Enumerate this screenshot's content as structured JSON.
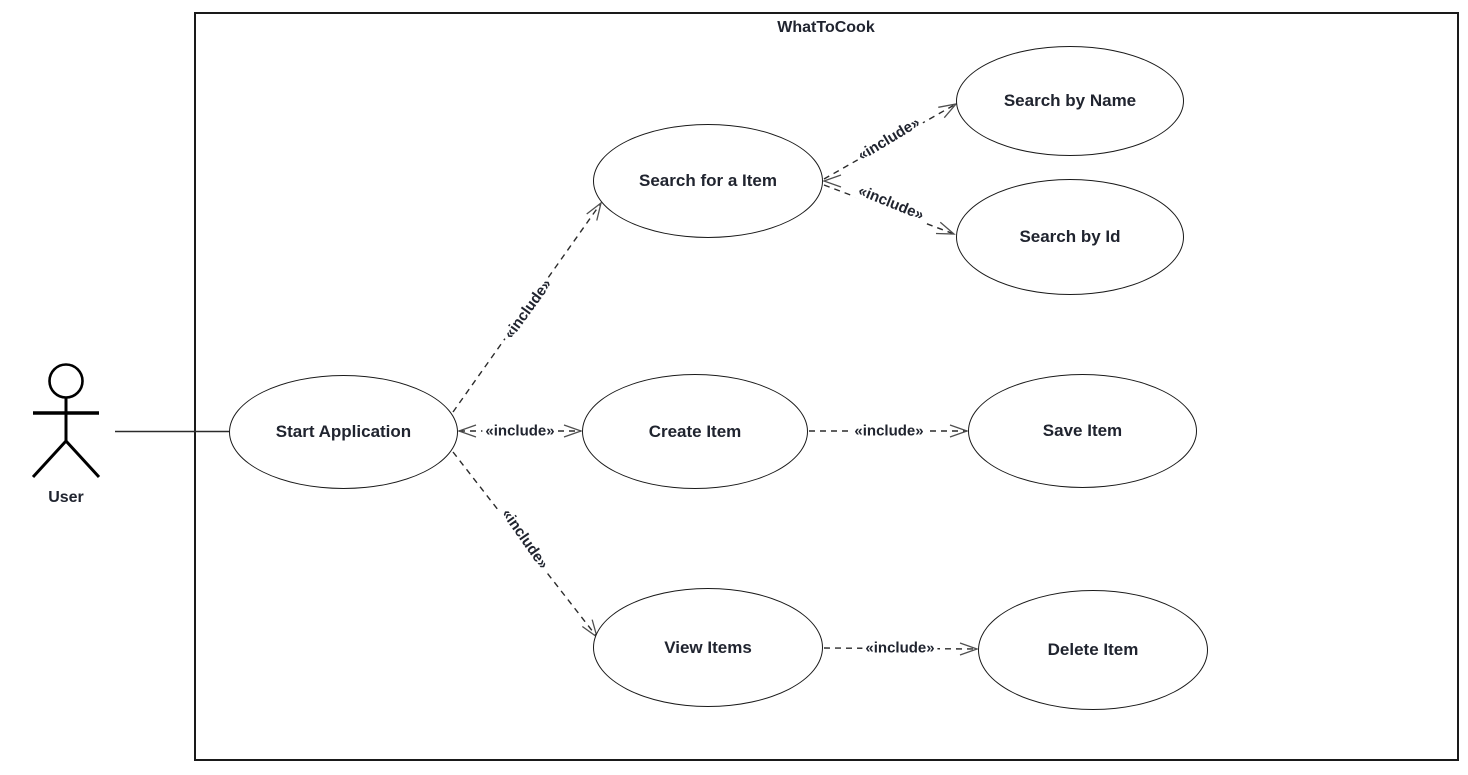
{
  "diagram": {
    "type": "uml-use-case",
    "system": {
      "title": "WhatToCook"
    },
    "actor": {
      "label": "User",
      "icon": "stick-figure-icon"
    },
    "nodes": [
      {
        "id": "start-application",
        "label": "Start Application"
      },
      {
        "id": "search-for-a-item",
        "label": "Search for a Item"
      },
      {
        "id": "search-by-name",
        "label": "Search by Name"
      },
      {
        "id": "search-by-id",
        "label": "Search by Id"
      },
      {
        "id": "create-item",
        "label": "Create Item"
      },
      {
        "id": "save-item",
        "label": "Save Item"
      },
      {
        "id": "view-items",
        "label": "View Items"
      },
      {
        "id": "delete-item",
        "label": "Delete Item"
      }
    ],
    "edges": [
      {
        "from": "User",
        "to": "Start Application",
        "label": "",
        "style": "solid-line"
      },
      {
        "from": "Start Application",
        "to": "Search for a Item",
        "label": "«include»",
        "style": "dashed-open-arrow"
      },
      {
        "from": "Start Application",
        "to": "Create Item",
        "label": "«include»",
        "style": "dashed-open-arrow-both-ends"
      },
      {
        "from": "Start Application",
        "to": "View Items",
        "label": "«include»",
        "style": "dashed-open-arrow"
      },
      {
        "from": "Search for a Item",
        "to": "Search by Name",
        "label": "«include»",
        "style": "dashed-open-arrow"
      },
      {
        "from": "Search for a Item",
        "to": "Search by Id",
        "label": "«include»",
        "style": "dashed-open-arrow"
      },
      {
        "from": "Create Item",
        "to": "Save Item",
        "label": "«include»",
        "style": "dashed-open-arrow"
      },
      {
        "from": "View Items",
        "to": "Delete Item",
        "label": "«include»",
        "style": "dashed-open-arrow"
      }
    ],
    "colors": {
      "background": "#ffffff",
      "stroke": "#1a1a1a",
      "text": "#20242f"
    }
  }
}
